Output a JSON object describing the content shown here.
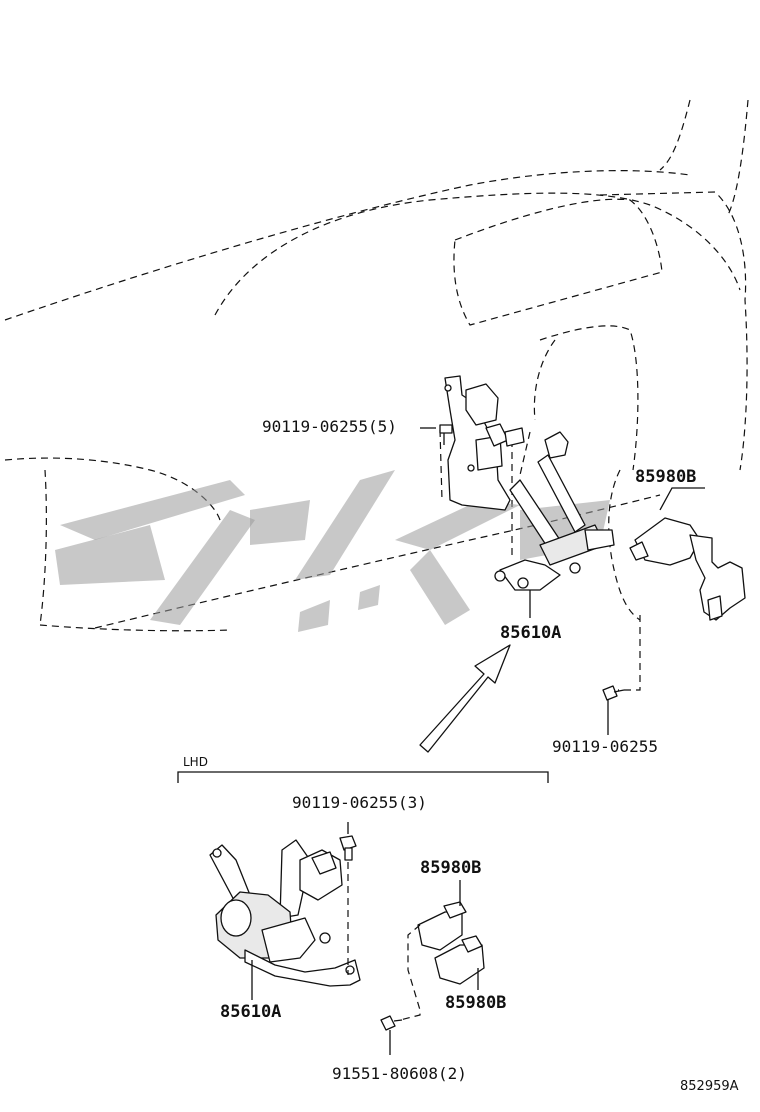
{
  "labels": {
    "bolt_top": "90119-06255(5)",
    "sensor_upper": "85980B",
    "actuator_main": "85610A",
    "bolt_right": "90119-06255",
    "section": "LHD",
    "bolt_lhd": "90119-06255(3)",
    "sensor_lhd_a": "85980B",
    "actuator_lhd": "85610A",
    "sensor_lhd_b": "85980B",
    "screw_lhd": "91551-80608(2)",
    "diagram_id": "852959A"
  },
  "watermark": {
    "color": "#9a9a9a"
  }
}
